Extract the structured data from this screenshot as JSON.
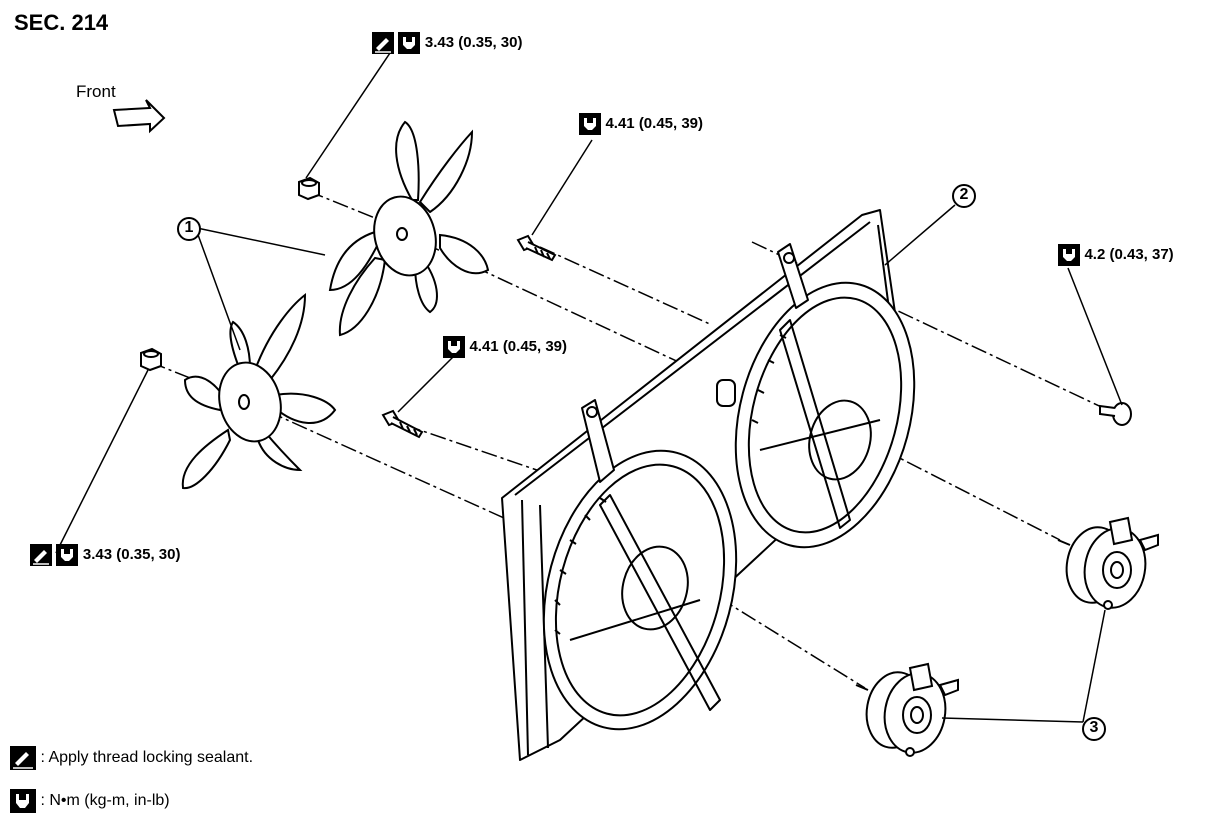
{
  "section": "SEC. 214",
  "front_label": "Front",
  "torque_specs": [
    {
      "id": "nut-upper",
      "value": "3.43 (0.35, 30)",
      "icons": [
        "sealant-icon",
        "torque-wrench-icon"
      ]
    },
    {
      "id": "bolt-upper",
      "value": "4.41 (0.45, 39)",
      "icons": [
        "torque-wrench-icon"
      ]
    },
    {
      "id": "bolt-middle",
      "value": "4.41 (0.45, 39)",
      "icons": [
        "torque-wrench-icon"
      ]
    },
    {
      "id": "bolt-right",
      "value": "4.2 (0.43, 37)",
      "icons": [
        "torque-wrench-icon"
      ]
    },
    {
      "id": "nut-lower",
      "value": "3.43 (0.35, 30)",
      "icons": [
        "sealant-icon",
        "torque-wrench-icon"
      ]
    }
  ],
  "callouts": [
    {
      "number": "1"
    },
    {
      "number": "2"
    },
    {
      "number": "3"
    }
  ],
  "legend": [
    {
      "icon": "sealant-icon",
      "text": ": Apply thread locking sealant."
    },
    {
      "icon": "torque-wrench-icon",
      "text": ":  N•m  (kg-m,  in-lb)"
    }
  ]
}
